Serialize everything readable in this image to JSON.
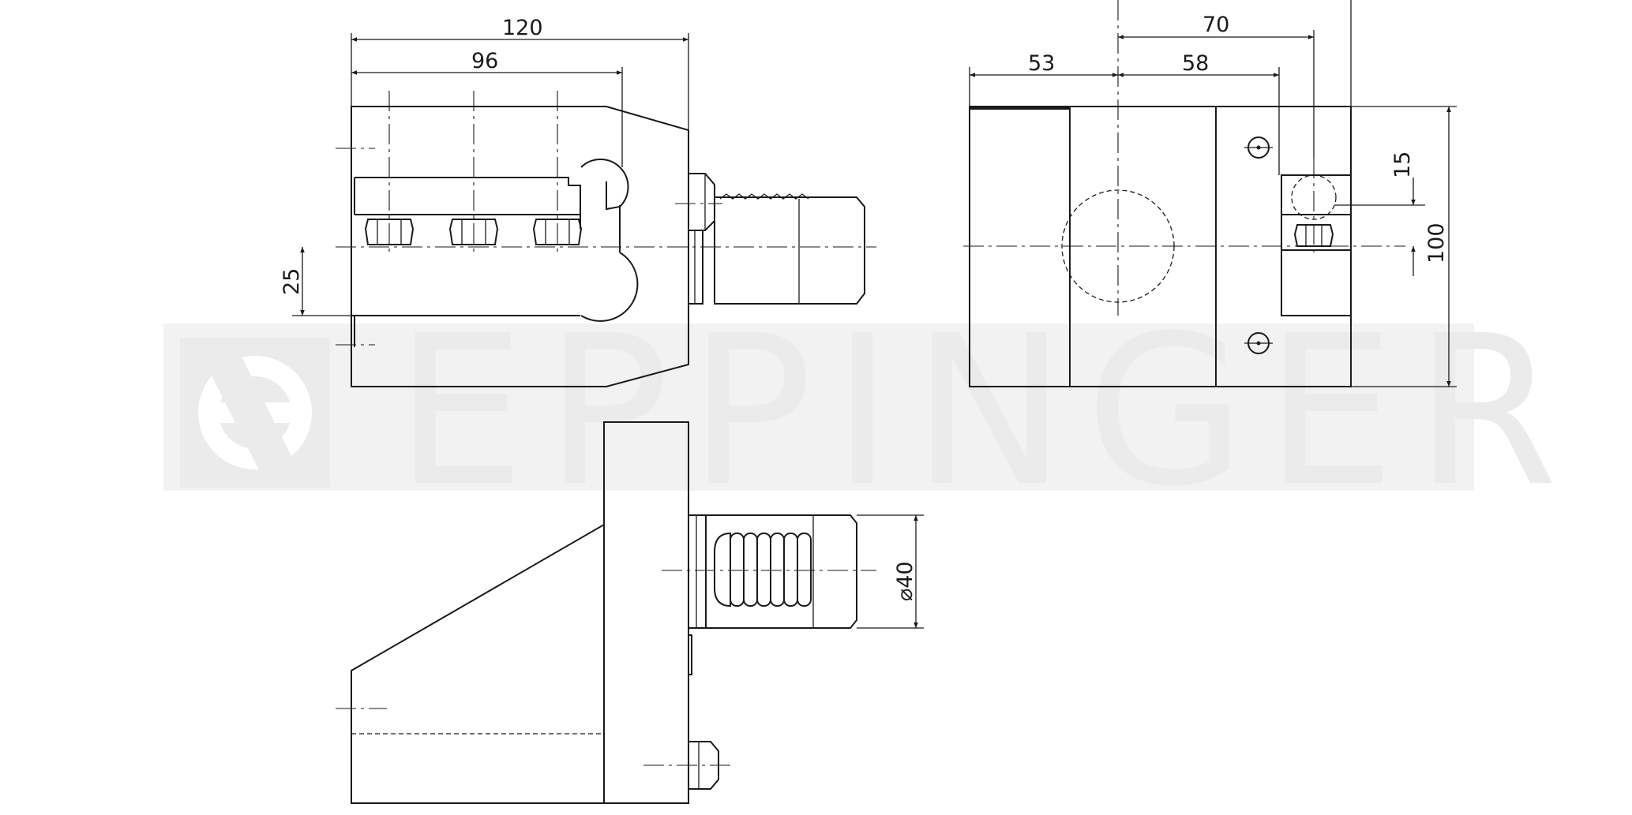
{
  "watermark": {
    "text": "EPPINGER",
    "color": "#ebebeb"
  },
  "dimensions": {
    "front_width": "120",
    "front_inner_width": "96",
    "front_height_offset": "25",
    "side_left": "53",
    "side_right": "58",
    "side_top": "70",
    "side_small": "15",
    "side_height": "100",
    "bottom_diameter": "⌀40"
  },
  "colors": {
    "line": "#1a1a1a",
    "background": "#ffffff"
  }
}
